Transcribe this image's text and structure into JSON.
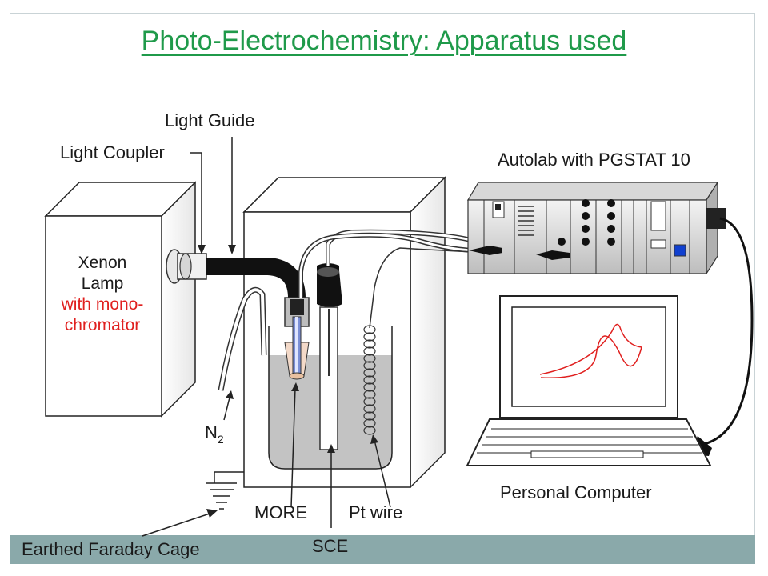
{
  "title": "Photo-Electrochemistry: Apparatus used",
  "labels": {
    "light_guide": "Light Guide",
    "light_coupler": "Light Coupler",
    "autolab": "Autolab with PGSTAT 10",
    "xenon_line1": "Xenon",
    "xenon_line2": "Lamp",
    "xenon_line3": "with mono-",
    "xenon_line4": "chromator",
    "n2_main": "N",
    "n2_sub": "2",
    "more": "MORE",
    "pt_wire": "Pt wire",
    "sce": "SCE",
    "personal_computer": "Personal Computer",
    "earthed": "Earthed Faraday Cage"
  },
  "colors": {
    "title": "#1f9a4a",
    "accent_red": "#e0201f",
    "band": "#8aa9aa"
  }
}
